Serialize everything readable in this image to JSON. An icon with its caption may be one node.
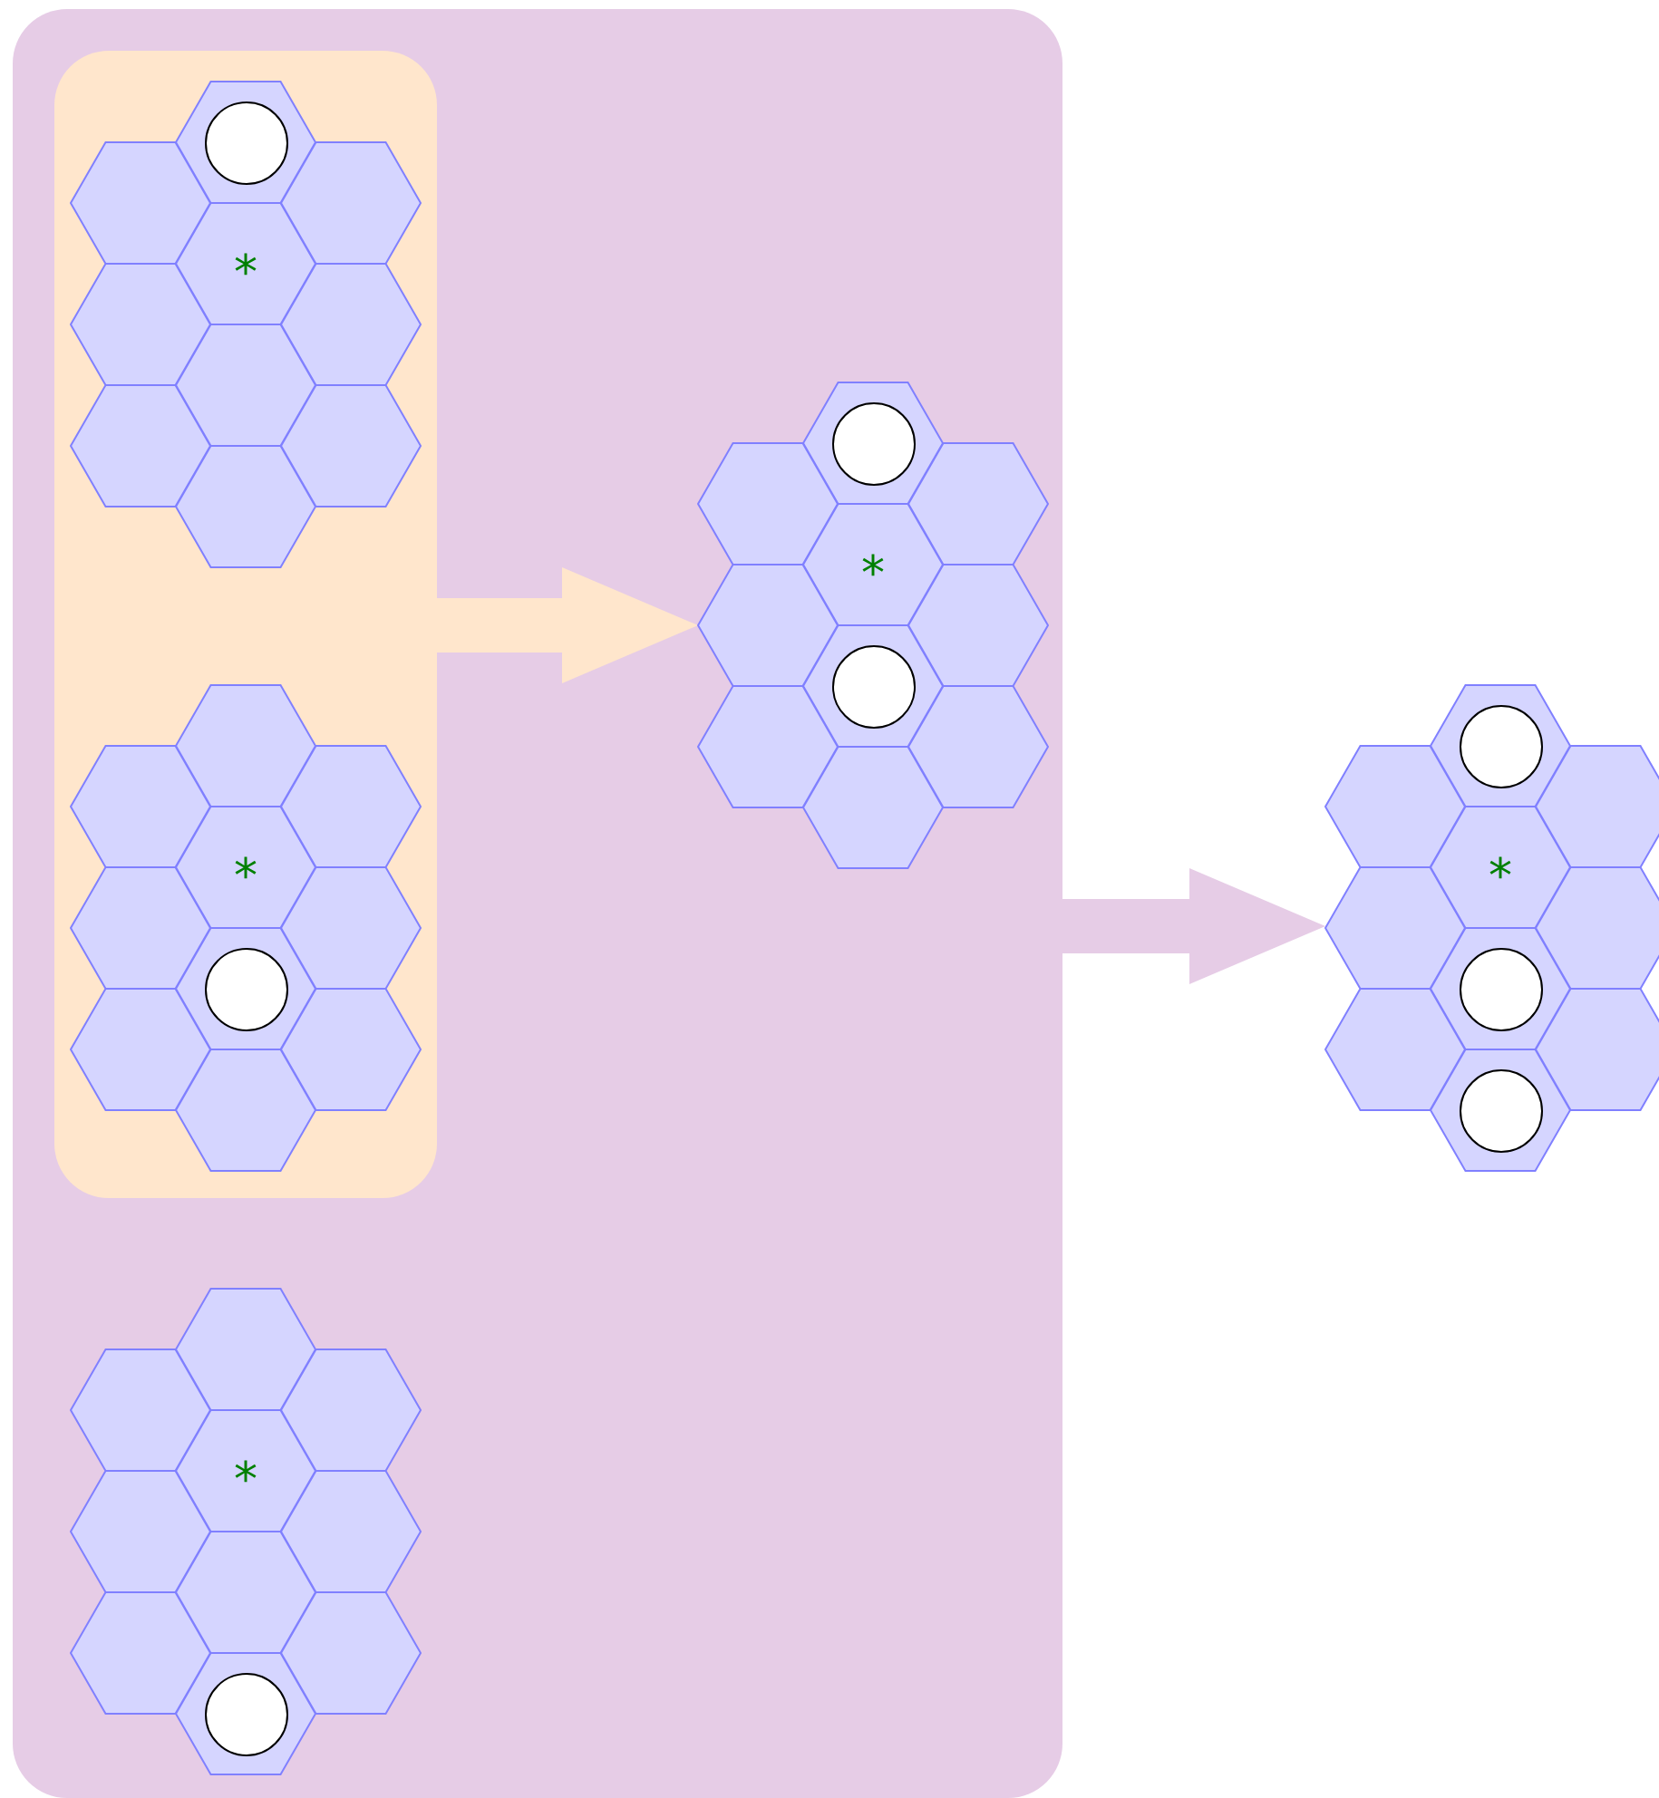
{
  "diagram": {
    "nodes": [
      {
        "text": [],
        "shape": "box"
      },
      {
        "text": [],
        "shape": "box",
        "in": 0
      },
      {
        "text": [
          "*"
        ],
        "in": 1
      },
      {
        "text": [],
        "shape": "circle",
        "in": 2
      },
      {
        "text": [
          "*"
        ],
        "in": 1
      },
      {
        "text": [],
        "shape": "circle",
        "in": 4
      },
      {
        "text": [
          "*"
        ],
        "in": 0
      },
      {
        "text": [],
        "shape": "circle",
        "in": 6
      },
      {
        "text": [
          "*"
        ],
        "in": 0
      },
      {
        "text": [],
        "shape": "circle",
        "in": 8
      },
      {
        "text": [],
        "shape": "circle",
        "in": 8
      },
      {
        "text": [
          "*"
        ]
      },
      {
        "text": [],
        "shape": "circle",
        "in": 11
      },
      {
        "text": [],
        "shape": "circle",
        "in": 11
      },
      {
        "text": [],
        "shape": "circle",
        "in": 11
      }
    ],
    "edges": [
      {
        "from": 1,
        "to": 8,
        "arrow": "to",
        "style": "thick",
        "color": "#ffe6cc"
      },
      {
        "from": 0,
        "to": 11,
        "arrow": "to",
        "style": "thick",
        "color": "#e6cce6"
      }
    ]
  }
}
